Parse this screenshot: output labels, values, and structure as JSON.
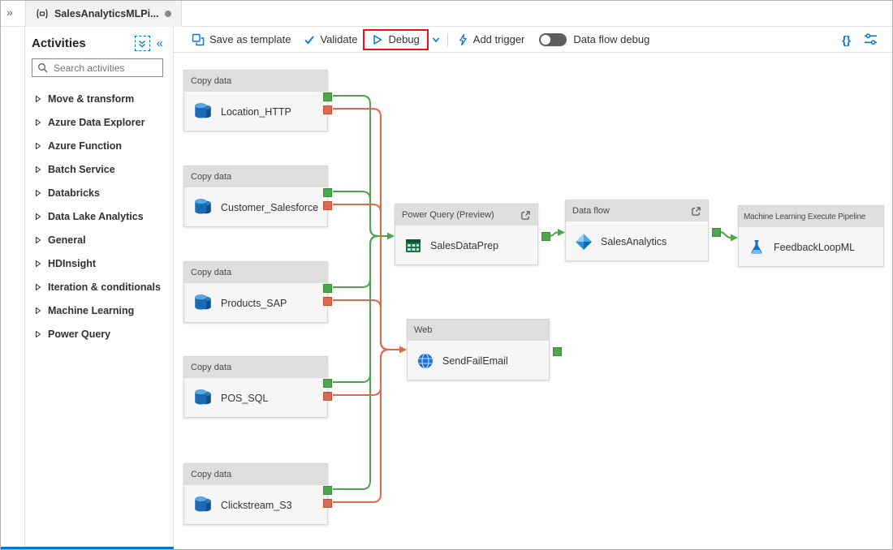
{
  "chrome": {
    "expand_left_glyph": "»",
    "collapse_panel_glyph": "«"
  },
  "tab": {
    "title": "SalesAnalyticsMLPi..."
  },
  "sidebar": {
    "title": "Activities",
    "search_placeholder": "Search activities",
    "items": [
      {
        "label": "Move & transform"
      },
      {
        "label": "Azure Data Explorer"
      },
      {
        "label": "Azure Function"
      },
      {
        "label": "Batch Service"
      },
      {
        "label": "Databricks"
      },
      {
        "label": "Data Lake Analytics"
      },
      {
        "label": "General"
      },
      {
        "label": "HDInsight"
      },
      {
        "label": "Iteration & conditionals"
      },
      {
        "label": "Machine Learning"
      },
      {
        "label": "Power Query"
      }
    ]
  },
  "toolbar": {
    "save_as_template_label": "Save as template",
    "validate_label": "Validate",
    "debug_label": "Debug",
    "add_trigger_label": "Add trigger",
    "data_flow_debug_label": "Data flow debug",
    "code_view_label": "{}"
  },
  "canvas": {
    "nodes": [
      {
        "type": "Copy data",
        "name": "Location_HTTP"
      },
      {
        "type": "Copy data",
        "name": "Customer_Salesforce"
      },
      {
        "type": "Copy data",
        "name": "Products_SAP"
      },
      {
        "type": "Copy data",
        "name": "POS_SQL"
      },
      {
        "type": "Copy data",
        "name": "Clickstream_S3"
      },
      {
        "type": "Power Query (Preview)",
        "name": "SalesDataPrep"
      },
      {
        "type": "Data flow",
        "name": "SalesAnalytics"
      },
      {
        "type": "Machine Learning Execute Pipeline",
        "name": "FeedbackLoopML"
      },
      {
        "type": "Web",
        "name": "SendFailEmail"
      }
    ]
  },
  "colors": {
    "accent": "#0078d4",
    "success_connector": "#4ca64c",
    "failure_connector": "#dc6a4e",
    "annotation": "#e81123"
  }
}
